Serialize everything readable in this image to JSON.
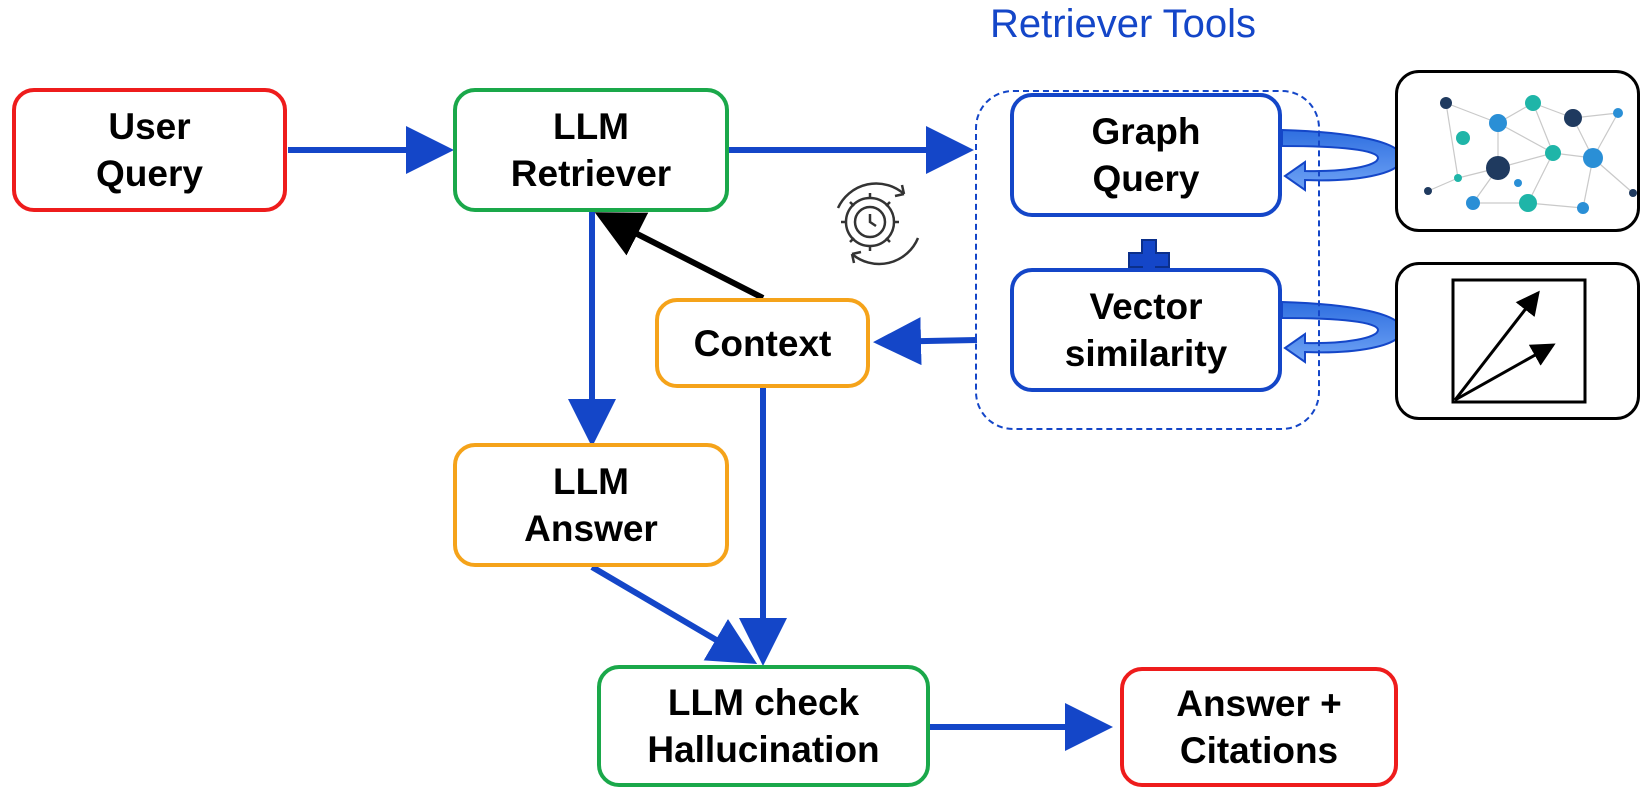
{
  "group": {
    "title": "Retriever Tools"
  },
  "nodes": {
    "user_query": [
      "User",
      "Query"
    ],
    "llm_retriever": [
      "LLM",
      "Retriever"
    ],
    "graph_query": [
      "Graph",
      "Query"
    ],
    "vector_similarity": [
      "Vector",
      "similarity"
    ],
    "context": [
      "Context"
    ],
    "llm_answer": [
      "LLM",
      "Answer"
    ],
    "llm_check": [
      "LLM check",
      "Hallucination"
    ],
    "answer_citations": [
      "Answer +",
      "Citations"
    ]
  },
  "colors": {
    "flow_arrow": "#1446c8",
    "feedback_arrow": "#000000",
    "start_end_border": "#ee1c1c",
    "llm_border": "#1aa84a",
    "context_border": "#f5a31a",
    "tool_border": "#1446c8"
  },
  "icons": [
    "gear-cycle-icon",
    "knowledge-graph-icon",
    "vector-space-icon",
    "plus-icon",
    "curved-loop-arrow-icon"
  ]
}
